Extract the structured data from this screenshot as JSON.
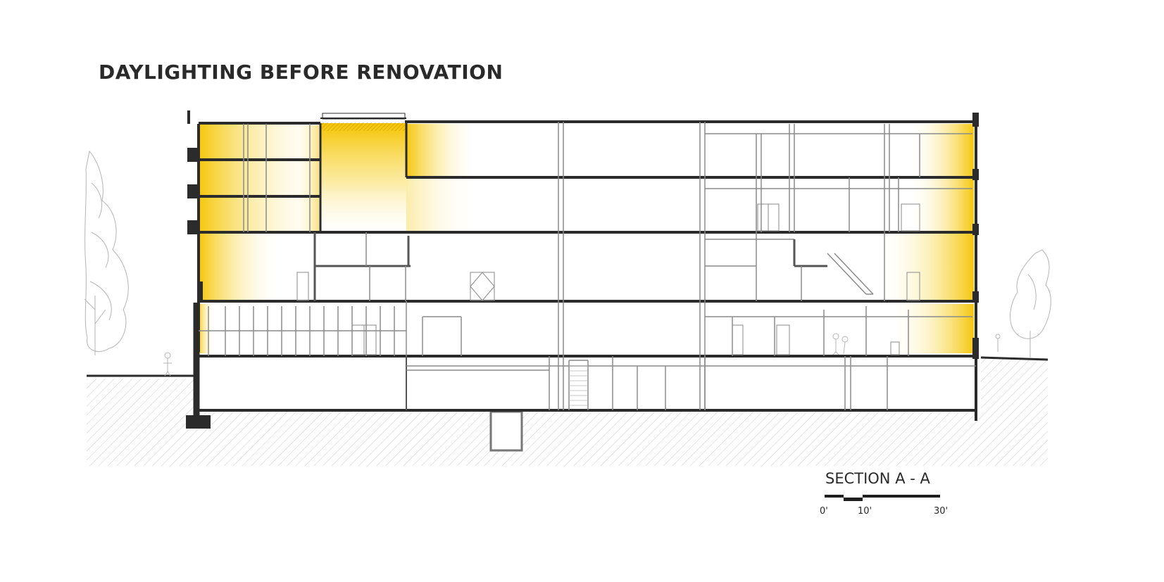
{
  "title": "DAYLIGHTING BEFORE RENOVATION",
  "section_label": "SECTION A - A",
  "scale_bar": {
    "labels": [
      "0'",
      "10'",
      "30'"
    ]
  },
  "colors": {
    "daylight": "#f5c400",
    "structure": "#2b2b2b",
    "partition": "#8a8a8a",
    "ground_hatch": "#c8c8c8"
  }
}
